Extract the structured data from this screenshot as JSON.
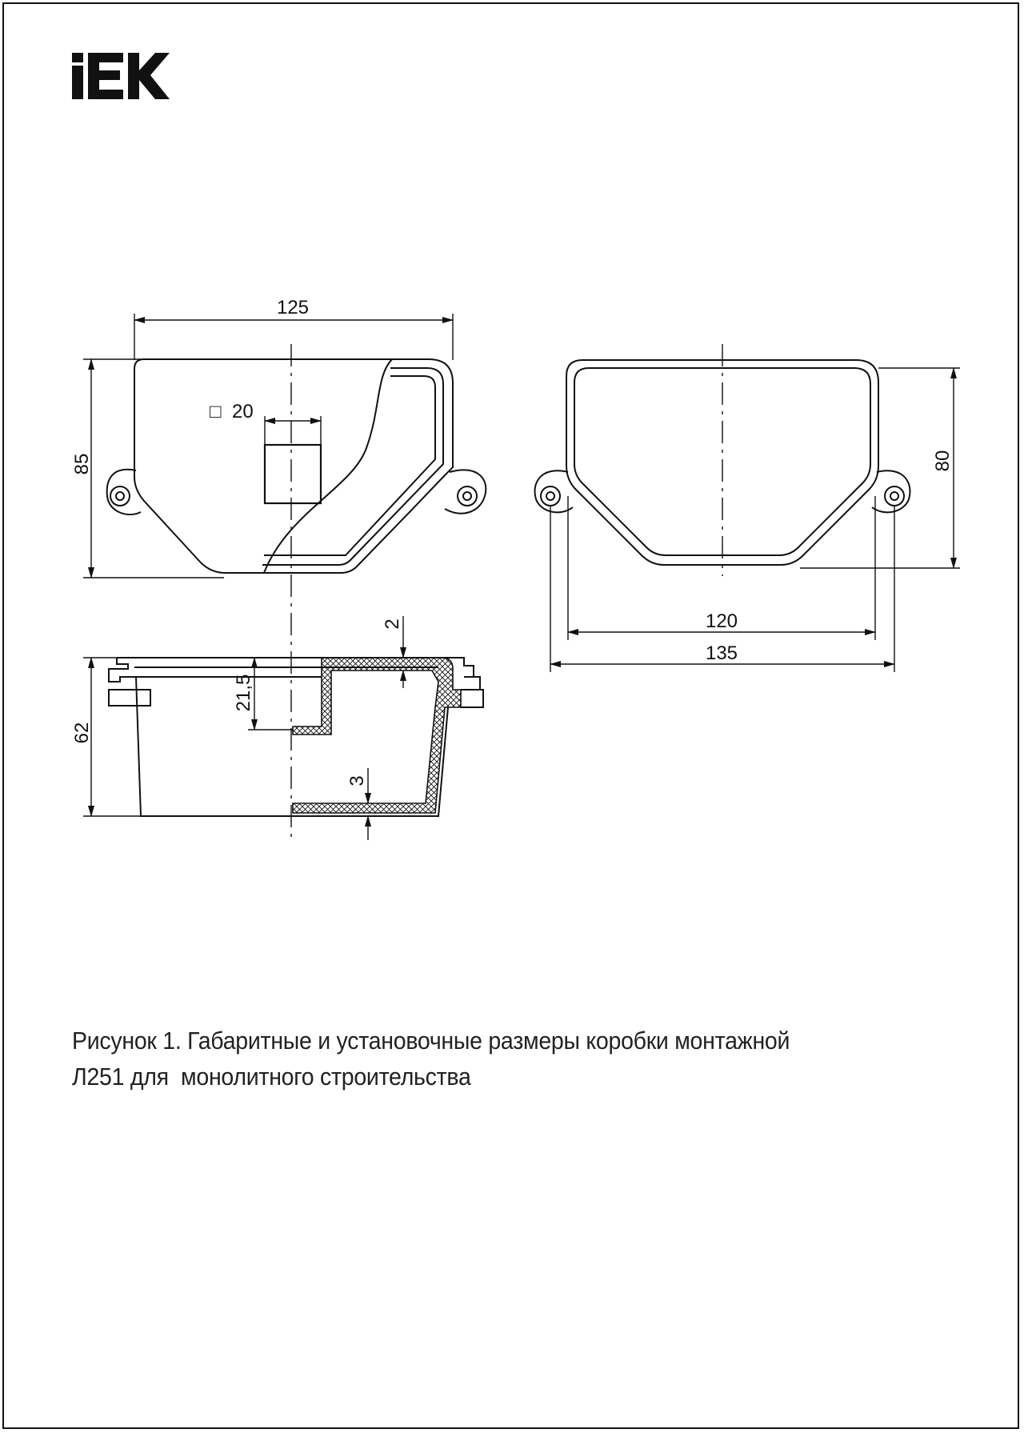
{
  "logo": {
    "text": "IEK",
    "colors": {
      "mark": "#111111"
    }
  },
  "dimensions": {
    "top_view_width": "125",
    "top_view_height": "85",
    "hole_square": "20",
    "square_symbol": "□",
    "section_height": "62",
    "section_depth": "21,5",
    "section_lid_thickness": "2",
    "section_bottom_thickness": "3",
    "right_view_height": "80",
    "right_view_inner_width": "120",
    "right_view_outer_width": "135"
  },
  "caption": {
    "line1": "Рисунок 1. Габаритные и установочные размеры коробки монтажной",
    "line2": "Л251 для  монолитного строительства"
  }
}
